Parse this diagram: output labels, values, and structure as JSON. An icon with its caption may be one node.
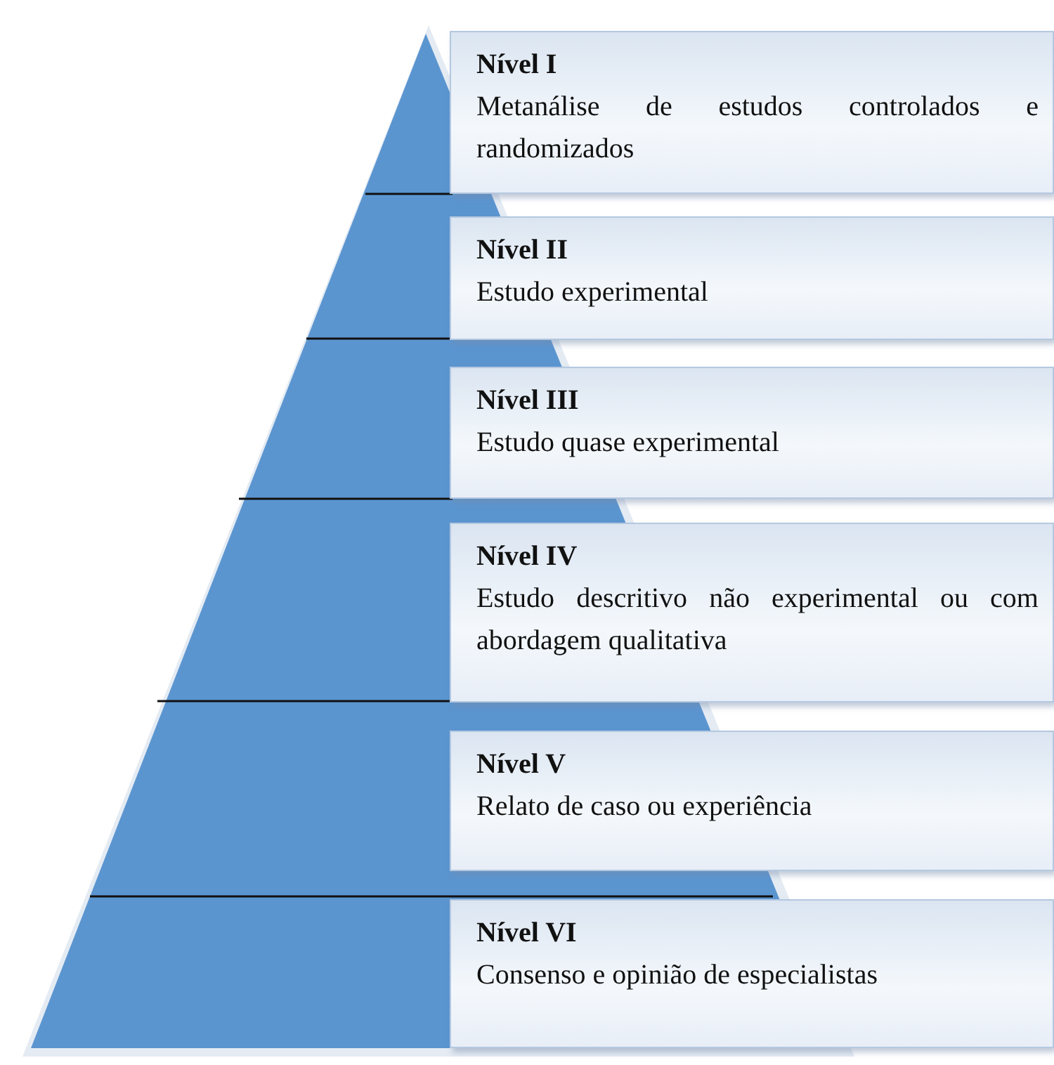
{
  "diagram": {
    "nodes": [
      {
        "text": [
          "Nível I",
          "Metanálise de estudos controlados e randomizados"
        ]
      },
      {
        "text": [
          "Nível II",
          "Estudo experimental"
        ]
      },
      {
        "text": [
          "Nível III",
          "Estudo quase experimental"
        ]
      },
      {
        "text": [
          "Nível IV",
          "Estudo descritivo não experimental ou com abordagem qualitativa"
        ]
      },
      {
        "text": [
          "Nível V",
          "Relato de caso ou experiência"
        ]
      },
      {
        "text": [
          "Nível VI",
          "Consenso e opinião de especialistas"
        ]
      }
    ]
  }
}
